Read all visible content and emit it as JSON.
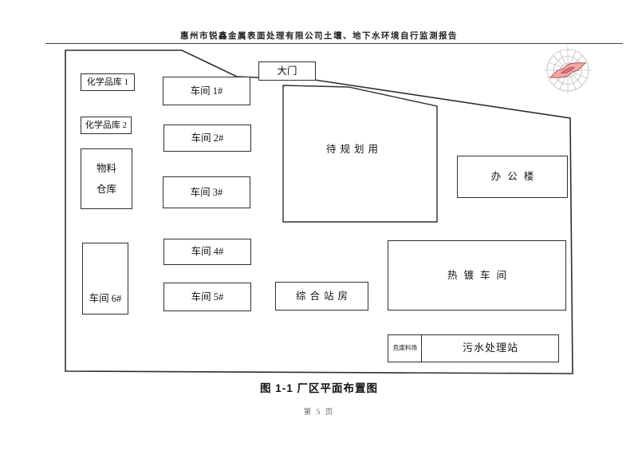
{
  "page": {
    "header": "惠州市锐鑫金属表面处理有限公司土壤、地下水环境自行监测报告",
    "caption": "图 1-1 厂区平面布置图",
    "page_number": "第 5 页"
  },
  "diagram": {
    "gate": "大门",
    "buildings": {
      "chem_store_1": "化学品库 1",
      "chem_store_2": "化学品库 2",
      "material_warehouse_line1": "物料",
      "material_warehouse_line2": "仓库",
      "workshop_1": "车间 1#",
      "workshop_2": "车间 2#",
      "workshop_3": "车间 3#",
      "workshop_4": "车间 4#",
      "workshop_5": "车间 5#",
      "workshop_6": "车间 6#",
      "planned_area": "待规划用",
      "office_building": "办公楼",
      "comprehensive_station": "综合站房",
      "hot_galvanizing_workshop": "热镀车间",
      "hazardous_waste_yard": "危废料场",
      "sewage_treatment_station": "污水处理站"
    },
    "wind_rose": {
      "fill": "#f2a6a6",
      "inner_fill": "#d97a7a",
      "grid_color": "#a8a8a8"
    }
  }
}
